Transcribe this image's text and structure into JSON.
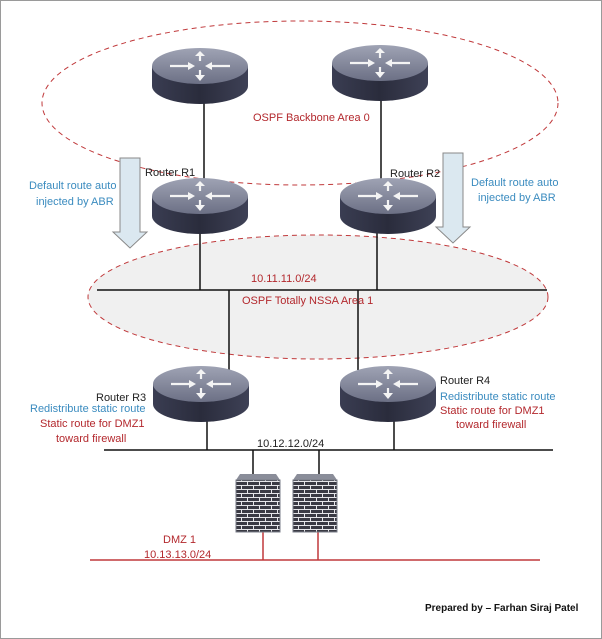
{
  "areas": {
    "backbone": "OSPF Backbone Area 0",
    "nssa": "OSPF Totally NSSA Area 1",
    "nssa_subnet": "10.11.11.0/24"
  },
  "routers": {
    "r1": "Router R1",
    "r2": "Router R2",
    "r3": "Router R3",
    "r4": "Router R4"
  },
  "annotations": {
    "left_arrow": [
      "Default route auto",
      "injected by ABR"
    ],
    "right_arrow": [
      "Default route auto",
      "injected by ABR"
    ],
    "r3_redistribute": "Redistribute static route",
    "r3_static": [
      "Static route for DMZ1",
      "toward firewall"
    ],
    "r4_redistribute": "Redistribute static route",
    "r4_static": [
      "Static route for DMZ1",
      "toward firewall"
    ]
  },
  "segments": {
    "lan": "10.12.12.0/24",
    "dmz_name": "DMZ 1",
    "dmz_subnet": "10.13.13.0/24"
  },
  "footer": "Prepared by – Farhan Siraj Patel",
  "colors": {
    "area_border": "#c0393b",
    "annotation_blue": "#3a8bbf",
    "annotation_red": "#b3282d",
    "nssa_fill": "#f0f0f0",
    "arrow_fill": "#dbe8f0"
  }
}
